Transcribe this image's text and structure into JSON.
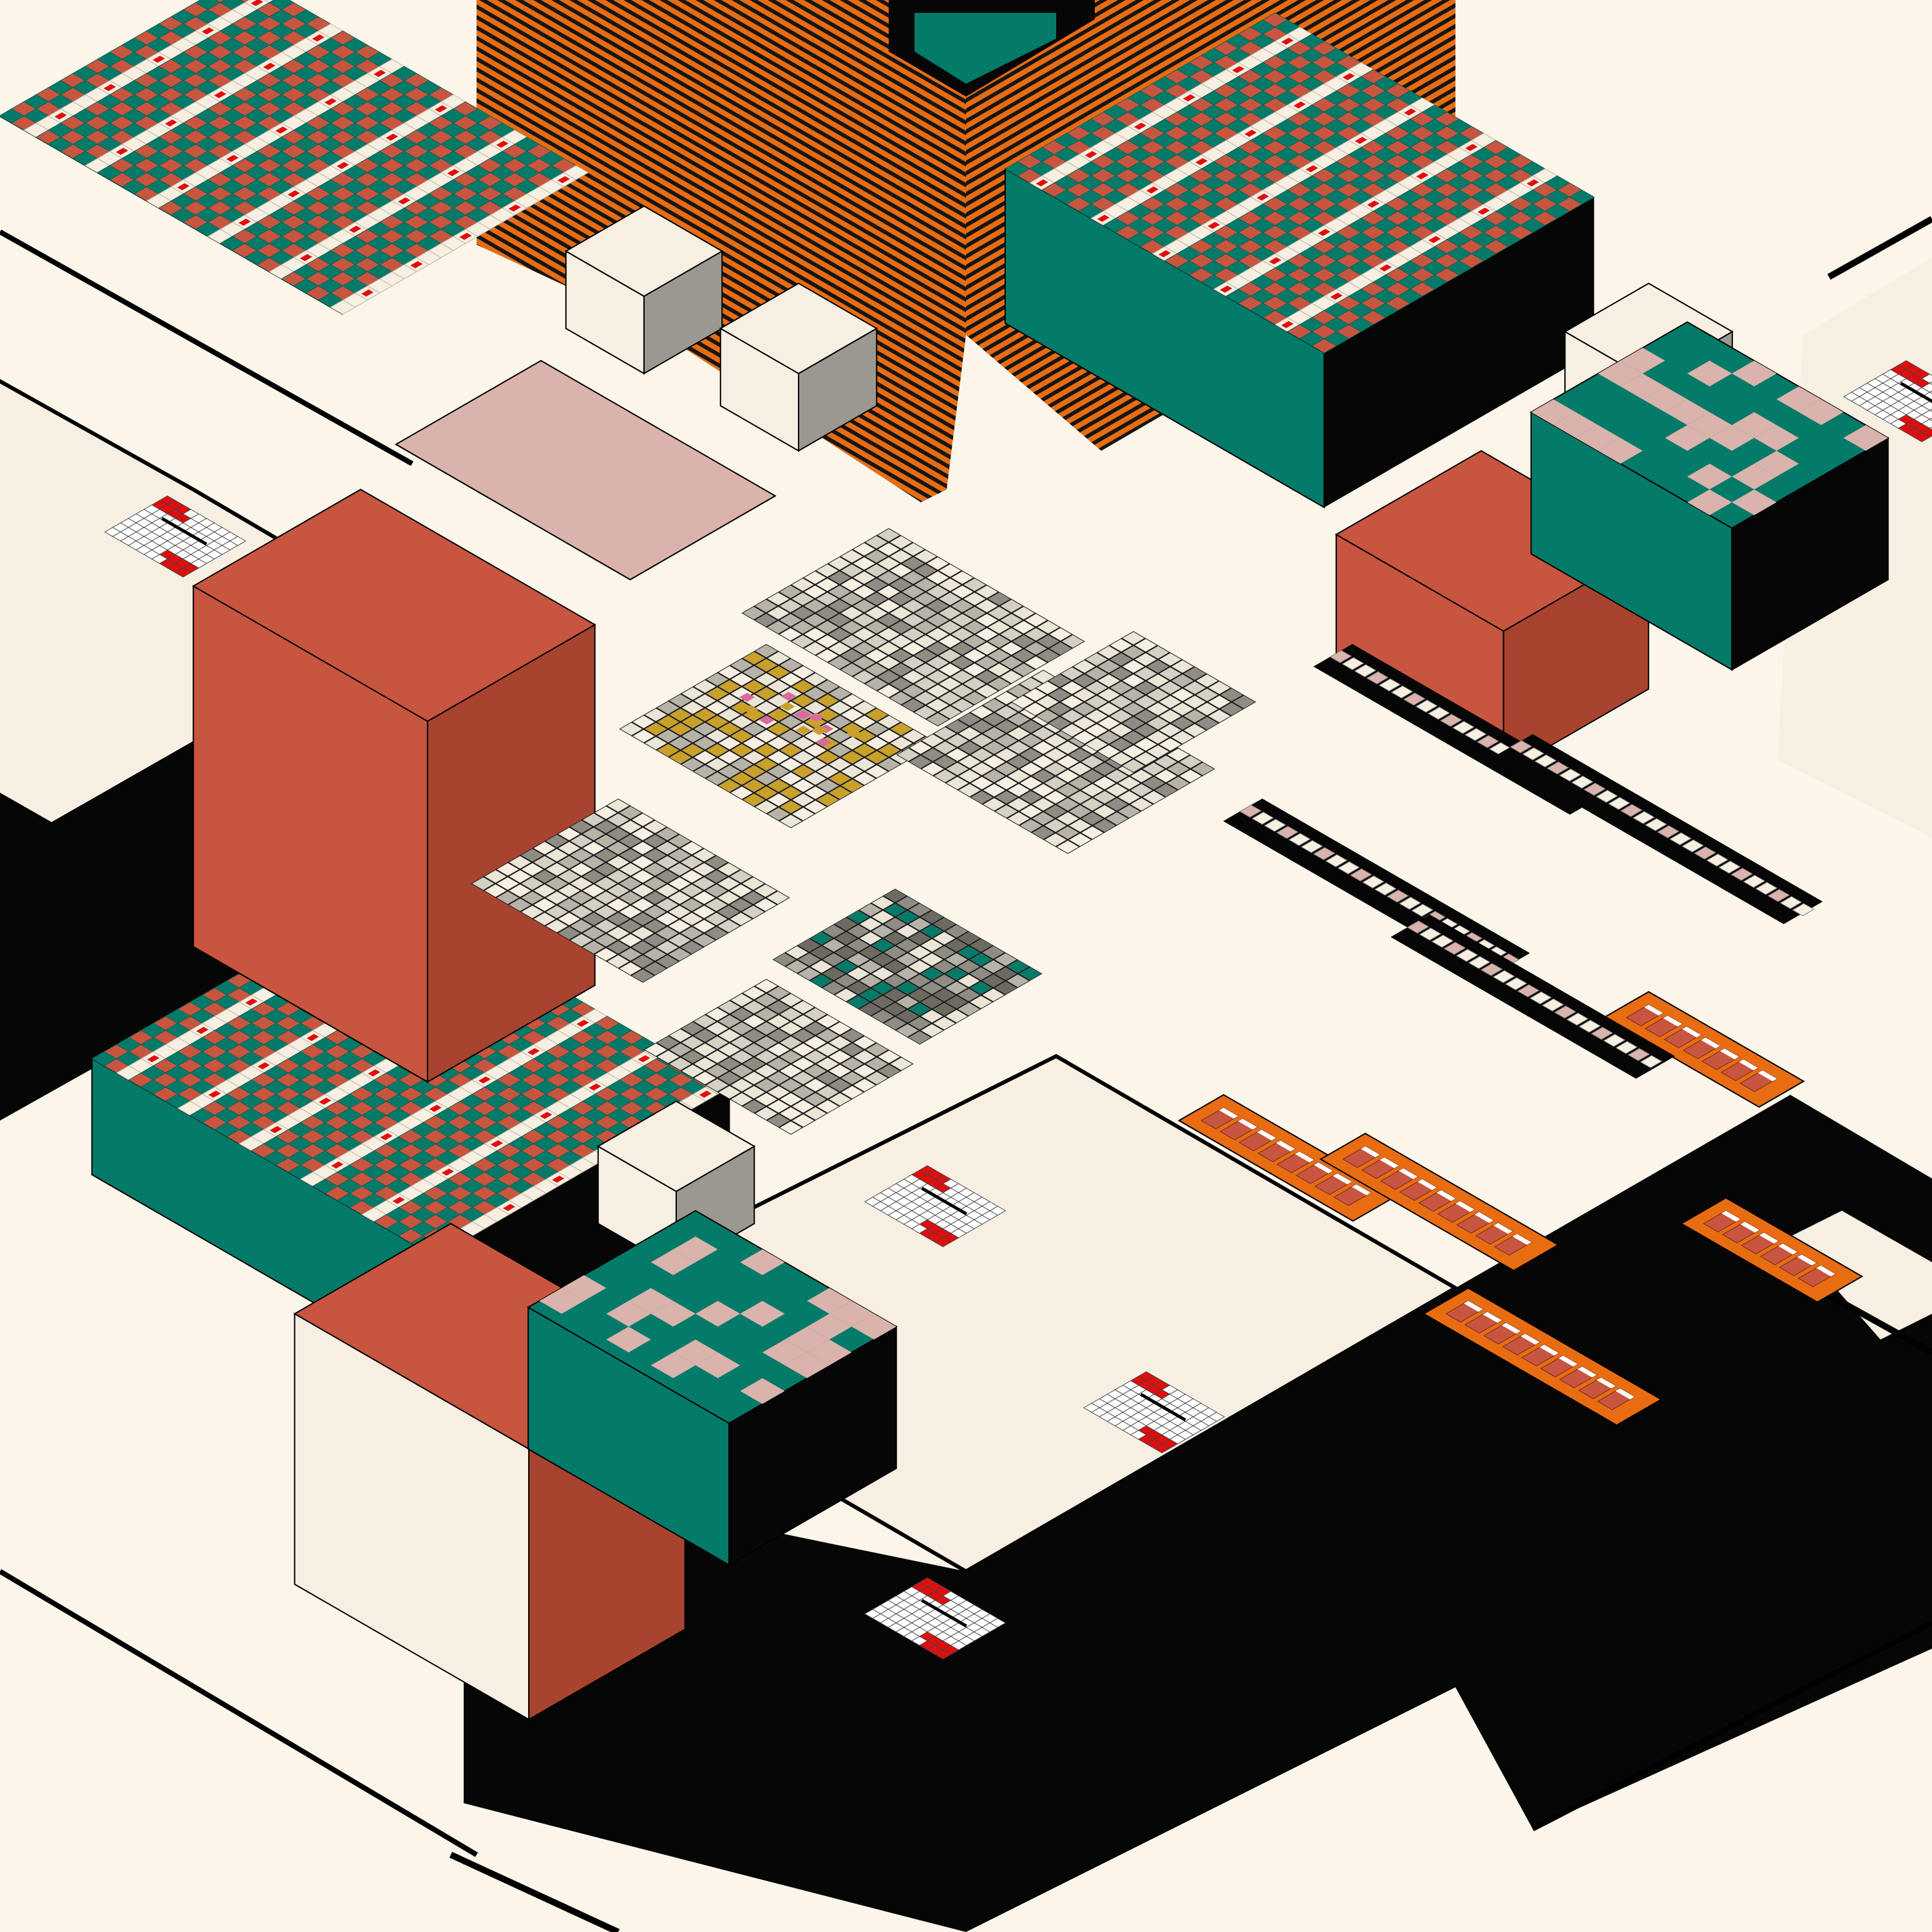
{
  "artwork": {
    "description_visible_text": "",
    "palette": {
      "background": "#fbf5ea",
      "cream": "#f6efe2",
      "teal": "#047a69",
      "terracotta": "#c8553f",
      "red": "#e10d0d",
      "blush": "#d9b3ac",
      "orange": "#e86c12",
      "black": "#060606",
      "grey": "#9a9890",
      "mustard": "#c9a02a"
    },
    "motifs": [
      "isometric-building-blocks",
      "teal-terracotta-window-grid",
      "orange-striped-roof",
      "red-checker-skylight",
      "orange-stair-rows",
      "dense-furniture-clusters"
    ]
  }
}
